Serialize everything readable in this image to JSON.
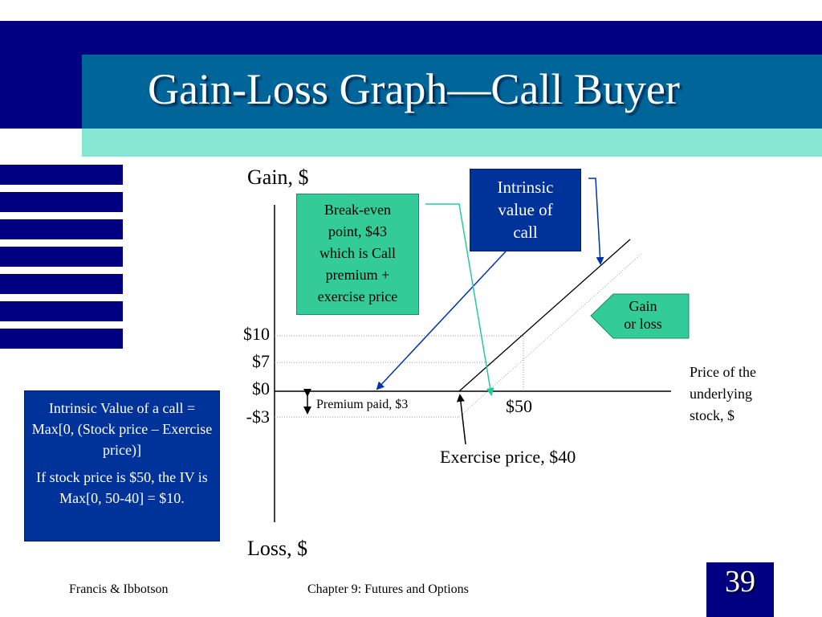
{
  "title": "Gain-Loss Graph—Call Buyer",
  "axes": {
    "gain_label": "Gain, $",
    "loss_label": "Loss, $",
    "price_label_lines": [
      "Price of the",
      "underlying",
      "stock, $"
    ],
    "y_ticks": [
      "$10",
      "$7",
      "$0",
      "-$3"
    ],
    "x_tick": "$50"
  },
  "annotations": {
    "breakeven_lines": [
      "Break-even",
      "point, $43",
      "which is Call",
      "premium +",
      "exercise price"
    ],
    "intrinsic_lines": [
      "Intrinsic",
      "value of",
      "call"
    ],
    "gain_or_loss_lines": [
      "Gain",
      "or loss"
    ],
    "premium_paid": "Premium paid, $3",
    "exercise_price": "Exercise price, $40"
  },
  "formula": {
    "line1": "Intrinsic Value  of a call = Max[0, (Stock price – Exercise price)]",
    "line2": "If stock price is $50, the IV is Max[0, 50-40] = $10."
  },
  "footer": {
    "author": "Francis & Ibbotson",
    "chapter": "Chapter 9:  Futures and Options",
    "page_number": "39"
  },
  "colors": {
    "navy": "#000080",
    "title_band": "#006699",
    "mint": "#85e6d1",
    "teal_box": "#33cc99",
    "blue_box": "#003399",
    "arrow_blue": "#0033aa",
    "arrow_teal": "#22cc99"
  }
}
